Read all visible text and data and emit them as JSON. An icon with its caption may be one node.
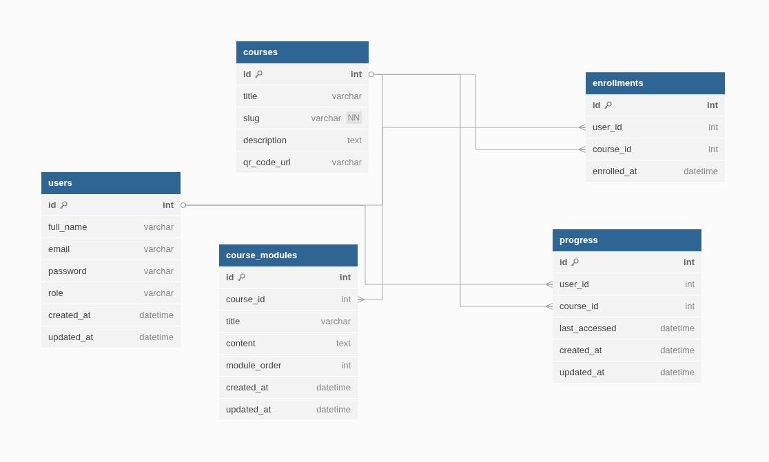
{
  "diagram": {
    "nodes": [
      {
        "text": [
          "courses"
        ]
      },
      {
        "text": [
          "id",
          "int"
        ],
        "in": 0
      },
      {
        "text": [
          "title",
          "varchar"
        ],
        "in": 0
      },
      {
        "text": [
          "slug",
          "varchar",
          "NN"
        ],
        "in": 0
      },
      {
        "text": [
          "description",
          "text"
        ],
        "in": 0
      },
      {
        "text": [
          "qr_code_url",
          "varchar"
        ],
        "in": 0
      },
      {
        "text": [
          "enrollments"
        ]
      },
      {
        "text": [
          "id",
          "int"
        ],
        "in": 6
      },
      {
        "text": [
          "user_id",
          "int"
        ],
        "in": 6
      },
      {
        "text": [
          "course_id",
          "int"
        ],
        "in": 6
      },
      {
        "text": [
          "enrolled_at",
          "datetime"
        ],
        "in": 6
      },
      {
        "text": [
          "users"
        ]
      },
      {
        "text": [
          "id",
          "int"
        ],
        "in": 11
      },
      {
        "text": [
          "full_name",
          "varchar"
        ],
        "in": 11
      },
      {
        "text": [
          "email",
          "varchar"
        ],
        "in": 11
      },
      {
        "text": [
          "password",
          "varchar"
        ],
        "in": 11
      },
      {
        "text": [
          "role",
          "varchar"
        ],
        "in": 11
      },
      {
        "text": [
          "created_at",
          "datetime"
        ],
        "in": 11
      },
      {
        "text": [
          "updated_at",
          "datetime"
        ],
        "in": 11
      },
      {
        "text": [
          "course_modules"
        ]
      },
      {
        "text": [
          "id",
          "int"
        ],
        "in": 19
      },
      {
        "text": [
          "course_id",
          "int"
        ],
        "in": 19
      },
      {
        "text": [
          "title",
          "varchar"
        ],
        "in": 19
      },
      {
        "text": [
          "content",
          "text"
        ],
        "in": 19
      },
      {
        "text": [
          "module_order",
          "int"
        ],
        "in": 19
      },
      {
        "text": [
          "created_at",
          "datetime"
        ],
        "in": 19
      },
      {
        "text": [
          "updated_at",
          "datetime"
        ],
        "in": 19
      },
      {
        "text": [
          "progress"
        ]
      },
      {
        "text": [
          "id",
          "int"
        ],
        "in": 27
      },
      {
        "text": [
          "user_id",
          "int"
        ],
        "in": 27
      },
      {
        "text": [
          "course_id",
          "int"
        ],
        "in": 27
      },
      {
        "text": [
          "last_accessed",
          "datetime"
        ],
        "in": 27
      },
      {
        "text": [
          "created_at",
          "datetime"
        ],
        "in": 27
      },
      {
        "text": [
          "updated_at",
          "datetime"
        ],
        "in": 27
      }
    ],
    "edges": [
      {
        "from": 1,
        "to": 9,
        "arrow": "other"
      },
      {
        "from": 1,
        "to": 21,
        "arrow": "other"
      },
      {
        "from": 1,
        "to": 30,
        "arrow": "other"
      },
      {
        "from": 12,
        "to": 8,
        "arrow": "other"
      },
      {
        "from": 12,
        "to": 29,
        "arrow": "other"
      }
    ]
  }
}
